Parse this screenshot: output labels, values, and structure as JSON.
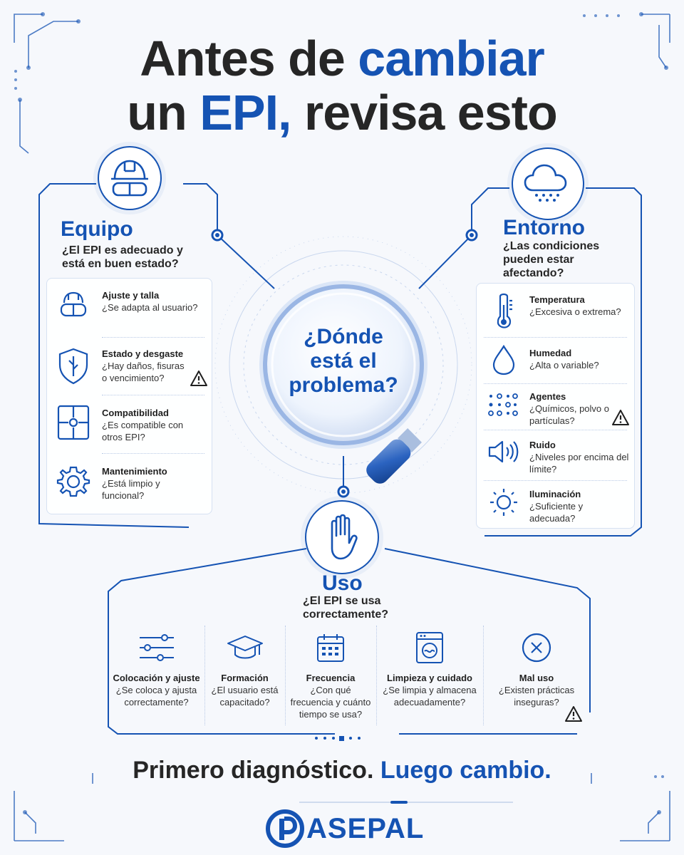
{
  "title": {
    "line1_a": "Antes de ",
    "line1_b": "cambiar",
    "line2_a": "un ",
    "line2_b": "EPI,",
    "line2_c": " revisa esto"
  },
  "center": {
    "text": "¿Dónde está el problema?"
  },
  "equipo": {
    "title": "Equipo",
    "question": "¿El EPI es adecuado y está en buen estado?",
    "items": [
      {
        "icon": "goggles-icon",
        "title": "Ajuste y talla",
        "desc": "¿Se adapta al usuario?",
        "warning": false
      },
      {
        "icon": "shield-icon",
        "title": "Estado y desgaste",
        "desc": "¿Hay daños, fisuras o vencimiento?",
        "warning": true
      },
      {
        "icon": "puzzle-icon",
        "title": "Compatibilidad",
        "desc": "¿Es compatible con otros EPI?",
        "warning": false
      },
      {
        "icon": "gear-icon",
        "title": "Mantenimiento",
        "desc": "¿Está limpio y funcional?",
        "warning": false
      }
    ]
  },
  "entorno": {
    "title": "Entorno",
    "question": "¿Las condiciones pueden estar afectando?",
    "items": [
      {
        "icon": "thermometer-icon",
        "title": "Temperatura",
        "desc": "¿Excesiva o extrema?",
        "warning": false
      },
      {
        "icon": "droplet-icon",
        "title": "Humedad",
        "desc": "¿Alta o variable?",
        "warning": false
      },
      {
        "icon": "particles-icon",
        "title": "Agentes",
        "desc": "¿Químicos, polvo o partículas?",
        "warning": true
      },
      {
        "icon": "speaker-icon",
        "title": "Ruido",
        "desc": "¿Niveles por encima del límite?",
        "warning": false
      },
      {
        "icon": "sun-icon",
        "title": "Iluminación",
        "desc": "¿Suficiente y adecuada?",
        "warning": false
      }
    ]
  },
  "uso": {
    "title": "Uso",
    "question": "¿El EPI se usa correctamente?",
    "items": [
      {
        "icon": "sliders-icon",
        "title": "Colocación y ajuste",
        "desc": "¿Se coloca y ajusta correctamente?",
        "warning": false
      },
      {
        "icon": "graduation-cap-icon",
        "title": "Formación",
        "desc": "¿El usuario está capacitado?",
        "warning": false
      },
      {
        "icon": "calendar-icon",
        "title": "Frecuencia",
        "desc": "¿Con qué frecuencia y cuánto tiempo se usa?",
        "warning": false
      },
      {
        "icon": "washing-machine-icon",
        "title": "Limpieza y cuidado",
        "desc": "¿Se limpia y almacena adecuadamente?",
        "warning": false
      },
      {
        "icon": "x-circle-icon",
        "title": "Mal uso",
        "desc": "¿Existen prácticas inseguras?",
        "warning": true
      }
    ]
  },
  "footer": {
    "part1": "Primero diagnóstico. ",
    "part2": "Luego cambio."
  },
  "logo": {
    "text": "ASEPAL"
  },
  "colors": {
    "accent": "#1553b3",
    "text": "#262626",
    "background": "#f6f8fc",
    "line": "#b8c9e6"
  }
}
